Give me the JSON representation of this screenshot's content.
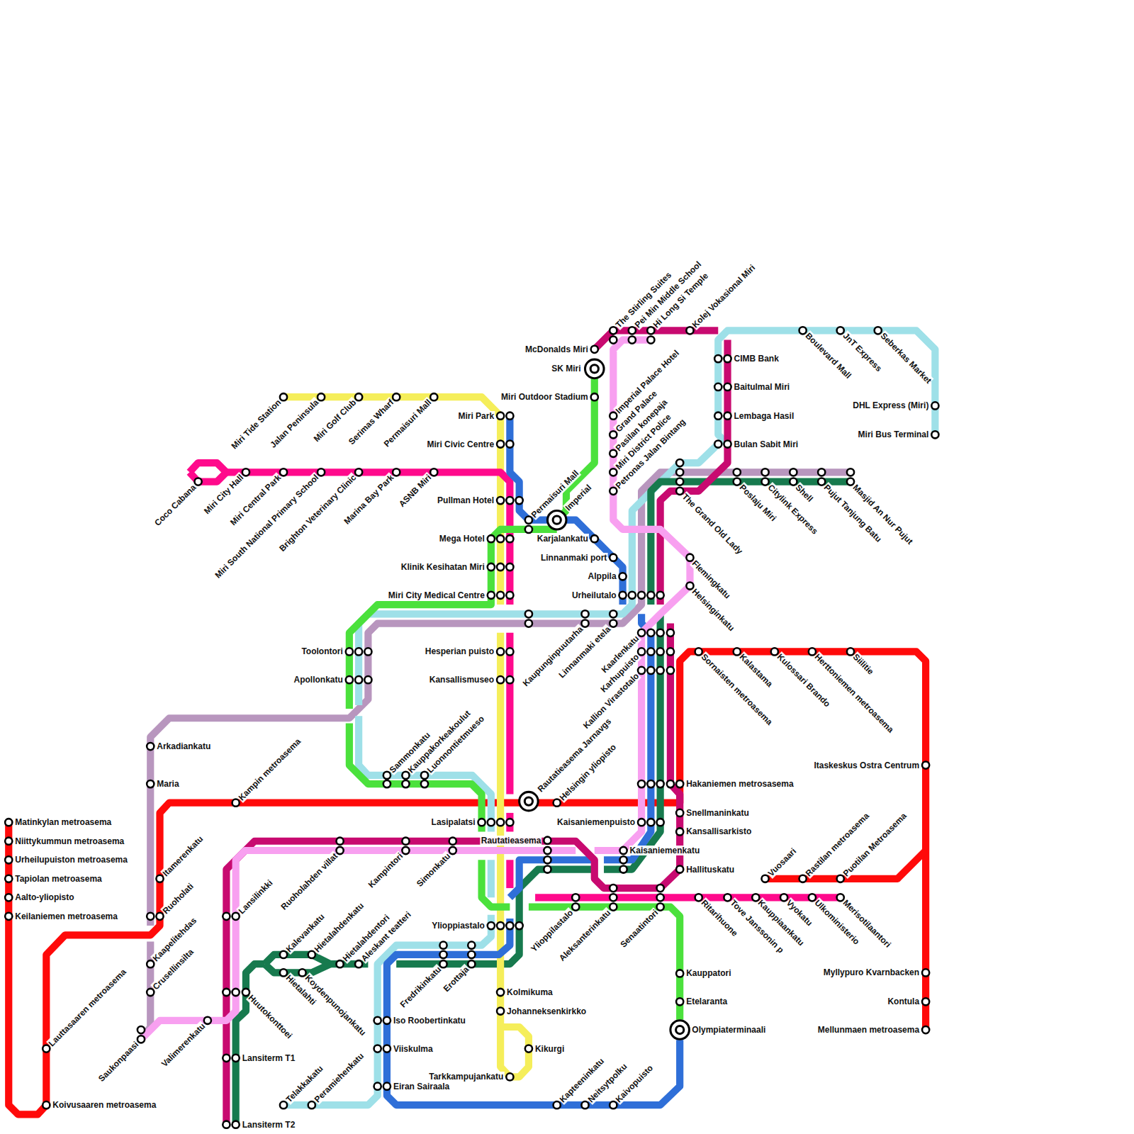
{
  "diagram": {
    "labels": [
      "Miri Tide Station",
      "Jalan Peninsula",
      "Miri Golf Club",
      "Serimas Wharf",
      "Permaisuri Mall",
      "Coco Cabana",
      "Miri City Hall",
      "Miri Central Park",
      "Miri South National Primary School",
      "Brighton Veterinary Clinic",
      "Marina Bay Park",
      "ASNB Miri",
      "The Stirling Suites",
      "Pei Min Middle School",
      "Hi Long Si Temple",
      "Kolej Vokasional Miri",
      "McDonalds Miri",
      "SK Miri",
      "Miri Outdoor Stadium",
      "Miri Park",
      "Miri Civic Centre",
      "Pullman Hotel",
      "Permaisuri Mall",
      "Imperial",
      "Karjalankatu",
      "Mega Hotel",
      "Klinik Kesihatan Miri",
      "Miri City Medical Centre",
      "Linnanmaki port",
      "Alppila",
      "Urheilutalo",
      "Imperial Palace Hotel",
      "Grand Palace",
      "Pasilan konepaja",
      "Miri District Police",
      "Petronas Jalan Bintang",
      "CIMB Bank",
      "Baitulmal Miri",
      "Lembaga Hasil",
      "Bulan Sabit Miri",
      "Boulevard Mall",
      "JnT Express",
      "Seberkas Market",
      "DHL Express (Miri)",
      "Miri Bus Terminal",
      "The Grand Old Lady",
      "Poslaju Miri",
      "Citylink Express",
      "Shell",
      "Pujut Tanjung Batu",
      "Masjid An Nur Pujut",
      "Flemingkatu",
      "Helsinginkatu",
      "Kaupunginpuutarha",
      "Linnanmaki etela",
      "Kaarlenkatu",
      "Karhupuisto",
      "Kallion Virastotalo",
      "Toolontori",
      "Apollonkatu",
      "Hesperian puisto",
      "Kansallismuseo",
      "Sornaisten metroasema",
      "Kalastama",
      "Kulossari Brando",
      "Herttoniemen metroasema",
      "Siilitie",
      "Arkadiankatu",
      "Maria",
      "Kampin metroasema",
      "Sammonkatu",
      "Kauppakorkeakoulut",
      "Luonnontietmueso",
      "Itaskeskus Ostra Centrum",
      "Hakaniemen metrosasema",
      "Rautatieasema Jarnavgs",
      "Helsingin yliopisto",
      "Snellmaninkatu",
      "Kansallisarkisto",
      "Lasipalatsi",
      "Kaisaniemenpuisto",
      "Matinkylan metroasema",
      "Niittykummun metroasema",
      "Urheilupuiston metroasema",
      "Tapiolan metroasema",
      "Aalto-yliopisto",
      "Keilaniemen metroasema",
      "Rautatieasema",
      "Kaisaniemenkatu",
      "Hallituskatu",
      "Ruoholahden villat",
      "Kampintori",
      "Simonkatu",
      "Itamerenkatu",
      "Ruoholati",
      "Lansilinkki",
      "Vuosaari",
      "Rastilan metroasema",
      "Puotilan Metroasema",
      "Ylioppilastalo",
      "Aleksanterinkatu",
      "Senaatintori",
      "Ritarihuone",
      "Tove Janssonin p",
      "Kauppiaankatu",
      "Vyokatu",
      "Ulkoministerio",
      "Merisotilaantori",
      "Ylioppiastalo",
      "Kaapelitehdas",
      "Crusellinsilta",
      "Kalevankatu",
      "Hietalahdenkatu",
      "Hietalahdentori",
      "Aleskant teatteri",
      "Hietalahti",
      "Koydenpunojankatu",
      "Huutokonttoei",
      "Fredrikinkatu",
      "Erottaja",
      "Kauppatori",
      "Etelaranta",
      "Olympiaterminaali",
      "Kolmikuma",
      "Johanneksenkirkko",
      "Kikurgi",
      "Tarkkampujankatu",
      "Iso Roobertinkatu",
      "Viiskulma",
      "Eiran Sairaala",
      "Saukonpaasi",
      "Valimerenkatu",
      "Lauttasaaren metroasema",
      "Koivusaaren metroasema",
      "Lansiterm T1",
      "Lansiterm T2",
      "Telakkakatu",
      "Peramiehenkatu",
      "Kapteeninkatu",
      "Neitsytpolku",
      "Kaivopuisto",
      "Mellunmaen metroasema",
      "Myllypuro Kvarnbacken",
      "Kontula"
    ]
  }
}
